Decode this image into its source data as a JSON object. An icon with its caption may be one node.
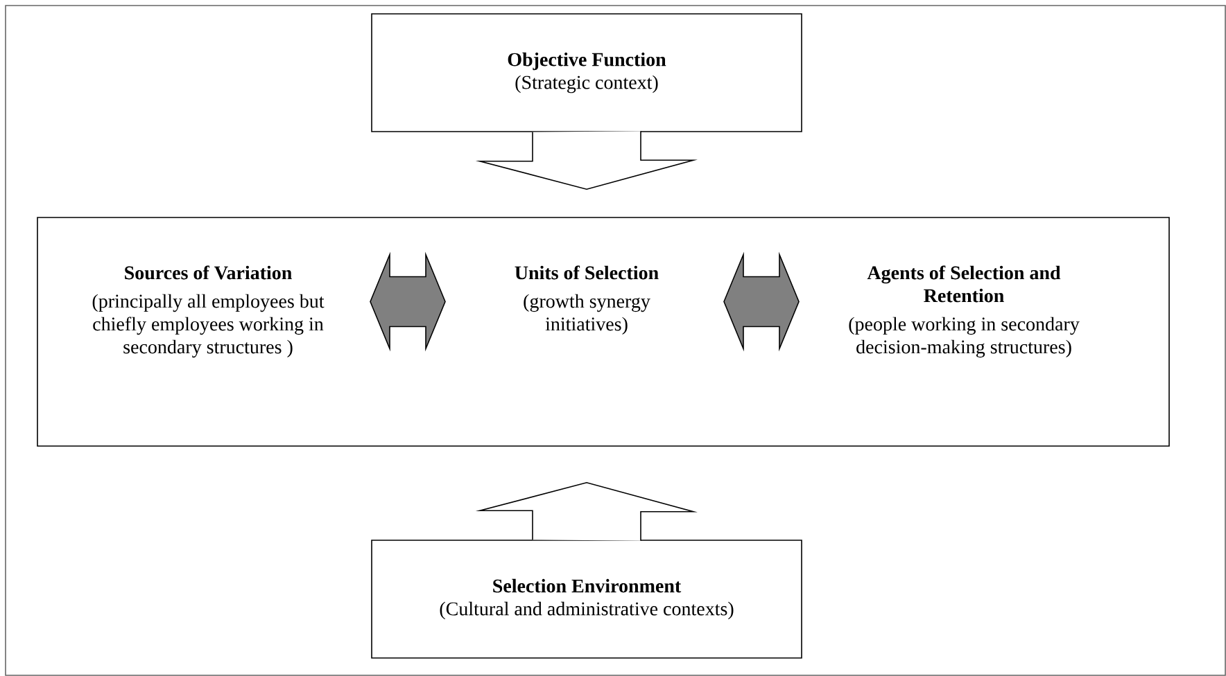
{
  "diagram": {
    "nodes": [
      {
        "text": [
          "Objective Function",
          "(Strategic context)"
        ]
      },
      {
        "text": [],
        "shape": "box"
      },
      {
        "text": [
          "Sources of Variation",
          "(principally all employees but chiefly employees working in secondary structures )"
        ],
        "in": 1
      },
      {
        "text": [
          "Units of Selection",
          "(growth synergy initiatives)"
        ],
        "in": 1
      },
      {
        "text": [
          "Agents of Selection and Retention",
          "(people working in secondary decision-making structures)"
        ],
        "in": 1
      },
      {
        "text": [
          "Selection Environment",
          "(Cultural and administrative contexts)"
        ]
      }
    ],
    "edges": [
      {
        "from": 0,
        "to": 1,
        "arrow": "to"
      },
      {
        "from": 2,
        "to": 3,
        "arrow": "both",
        "color": "#808080"
      },
      {
        "from": 3,
        "to": 4,
        "arrow": "both",
        "color": "#808080"
      },
      {
        "from": 5,
        "to": 1,
        "arrow": "to"
      }
    ]
  }
}
